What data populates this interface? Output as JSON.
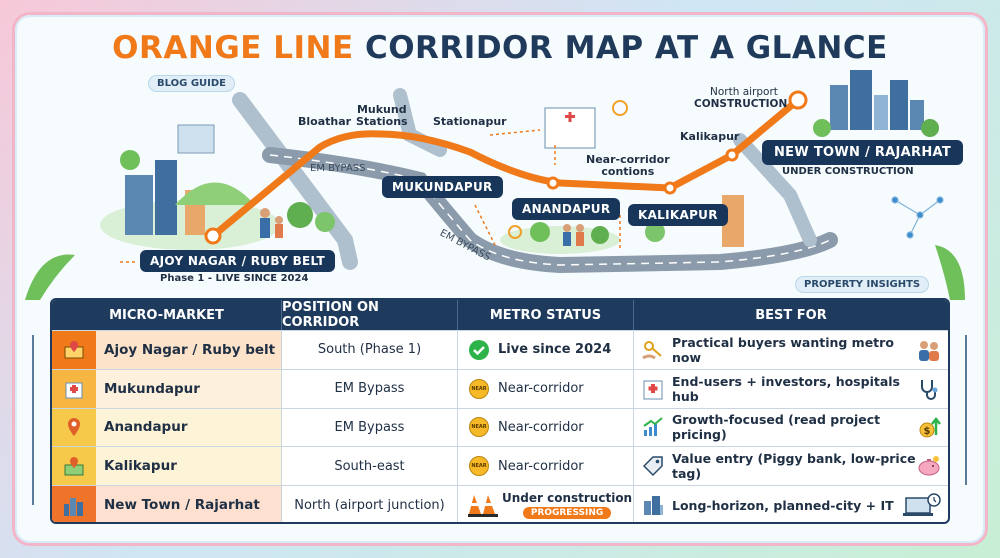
{
  "title": {
    "accent": "ORANGE LINE",
    "rest": " CORRIDOR MAP AT A GLANCE"
  },
  "badges": {
    "blog": "BLOG GUIDE",
    "insights": "PROPERTY INSIGHTS"
  },
  "map": {
    "labels": {
      "bloathar": "Bloathar",
      "mukund_stations": "Mukund\nStations",
      "stationapur": "Stationapur",
      "north_airport": "North airport",
      "construction": "CONSTRUCTION",
      "kalikapur_small": "Kalikapur",
      "near_corridor": "Near-corridor\ncontions",
      "em_bypass_1": "EM BYPASS",
      "em_bypass_2": "EM BYPASS"
    },
    "stations": {
      "mukundapur": "MUKUNDAPUR",
      "anandapur": "ANANDAPUR",
      "kalikapur": "KALIKAPUR",
      "new_town": "NEW TOWN / RAJARHAT",
      "ajoy": "AJOY NAGAR / RUBY BELT"
    },
    "sublabels": {
      "ajoy": "Phase 1 - LIVE SINCE 2024",
      "new_town": "UNDER CONSTRUCTION"
    }
  },
  "table": {
    "headers": [
      "MICRO-MARKET",
      "POSITION ON CORRIDOR",
      "METRO STATUS",
      "BEST FOR"
    ],
    "rows": [
      {
        "market": "Ajoy Nagar / Ruby belt",
        "position": "South (Phase 1)",
        "status": "Live since 2024",
        "best_for": "Practical buyers wanting metro now"
      },
      {
        "market": "Mukundapur",
        "position": "EM Bypass",
        "status": "Near-corridor",
        "best_for": "End-users + investors, hospitals hub"
      },
      {
        "market": "Anandapur",
        "position": "EM Bypass",
        "status": "Near-corridor",
        "best_for": "Growth-focused (read project pricing)"
      },
      {
        "market": "Kalikapur",
        "position": "South-east",
        "status": "Near-corridor",
        "best_for": "Value entry (Piggy bank, low-price tag)"
      },
      {
        "market": "New Town / Rajarhat",
        "position": "North (airport junction)",
        "status": "Under construction",
        "best_for": "Long-horizon, planned-city + IT"
      }
    ],
    "near_badge": "NEAR",
    "progressing": "PROGRESSING"
  },
  "colors": {
    "line": "#f07a1a",
    "navy": "#1e3a5c",
    "green": "#2db34a"
  }
}
